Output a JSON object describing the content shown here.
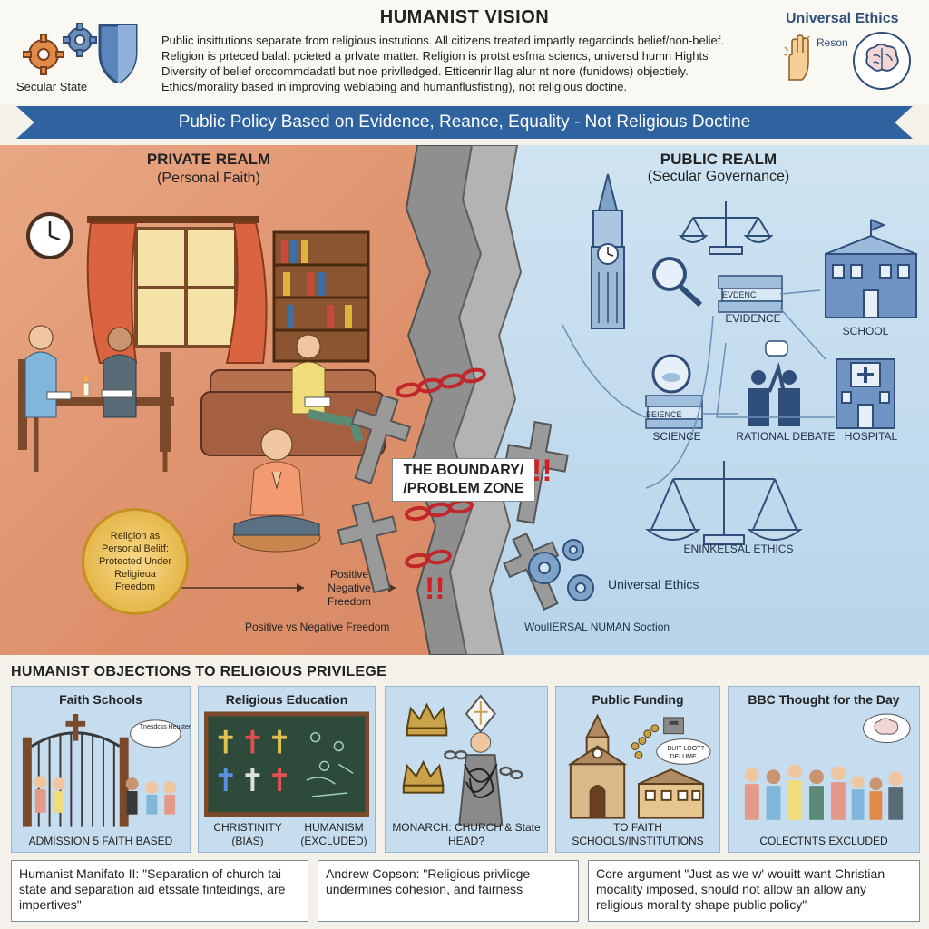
{
  "header": {
    "title": "HUMANIST VISION",
    "secular_label": "Secular State",
    "intro_lines": [
      "Public insittutions separate from religious instutions. All citizens treated impartly regardinds belief/non-belief.",
      "Religion is prteced balalt pcieted a prlvate matter. Religion is protst esfma sciencs, universd humn Hights",
      "Diversity of belief orccommdadatl but noe privlledged. Etticenrir llag alur nt nore (funidows) objectiely.",
      "Ethics/morality based in improving weblabing and humanflusfisting), not religious doctine."
    ],
    "universal_ethics": "Universal Ethics",
    "reason": "Reson"
  },
  "banner": {
    "text": "Public Policy Based on Evidence, Reance, Equality - Not Religious Doctine"
  },
  "private_realm": {
    "title": "PRIVATE REALM",
    "subtitle": "(Personal Faith)",
    "medal_text": "Religion as Personal Belitf: Protected Under Religieua Freedom",
    "freedom_text": "Positive Negative Freedom",
    "pvn_text": "Positive vs Negative Freedom"
  },
  "boundary": {
    "line1": "THE BOUNDARY/",
    "line2": "/PROBLEM ZONE"
  },
  "public_realm": {
    "title": "PUBLIC REALM",
    "subtitle": "(Secular Governance)",
    "evidence_book": "EVDENC",
    "evidence": "EVIDENCE",
    "school": "SCHOOL",
    "science_book": "BEIENCE",
    "science": "SCIENCE",
    "rational_debate": "RATIONAL DEBATE",
    "hospital": "HOSPITAL",
    "ethics_scale": "ENINKELSAL ETHICS",
    "universal_ethics": "Universal Ethics",
    "uhr_section": "WoulIERSAL NUMAN Soction"
  },
  "objections": {
    "title": "HUMANIST OBJECTIONS TO RELIGIOUS PRIVILEGE",
    "panels": [
      {
        "title": "Faith Schools",
        "caption": "ADMISSION 5 FAITH BASED",
        "bubble": "Tnesdcss Heuster"
      },
      {
        "title": "Religious Education",
        "caption_left": "CHRISTINITY (BIAS)",
        "caption_right": "HUMANISM (EXCLUDED)"
      },
      {
        "title": "",
        "caption": "MONARCH: CHURCH & State HEAD?"
      },
      {
        "title": "Public Funding",
        "caption": "TO FAITH SCHOOLS/INSTITUTIONS",
        "bubble": "BUIT LOOT? DELUME..."
      },
      {
        "title": "BBC Thought for the Day",
        "caption": "COLECTNTS EXCLUDED"
      }
    ]
  },
  "quotes": [
    "Humanist Manifato II: \"Separation of church tai state and separation aid etssate finteidings, are impertives\"",
    "Andrew Copson: \"Religious privlicge undermines cohesion, and fairness",
    "Core argument \"Just as we w' wouitt want Christian mocality imposed, should not allow an allow any religious morality shape public policy\""
  ],
  "colors": {
    "banner": "#2e63a0",
    "private_realm": "#e09670",
    "public_realm": "#c3dbee",
    "warning": "#d62020",
    "chain": "#c0262a"
  }
}
